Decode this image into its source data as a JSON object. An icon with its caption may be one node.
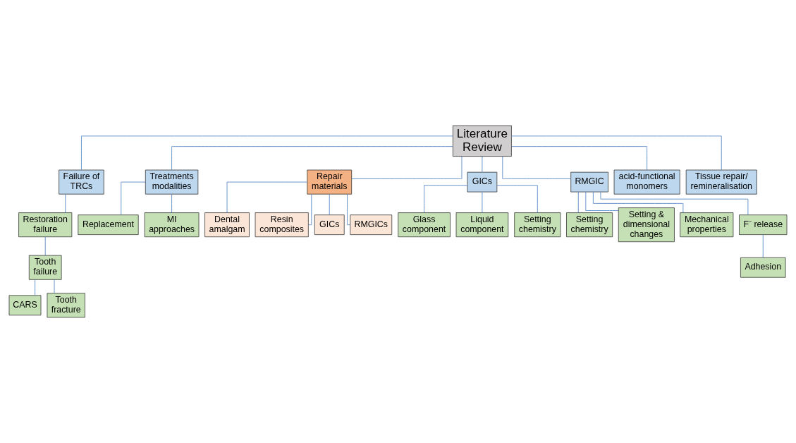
{
  "diagram": {
    "nodes": [
      {
        "text": [
          "Literature Review"
        ]
      },
      {
        "text": [
          "Failure of TRCs"
        ]
      },
      {
        "text": [
          "Restoration failure"
        ]
      },
      {
        "text": [
          "Tooth failure"
        ]
      },
      {
        "text": [
          "CARS"
        ]
      },
      {
        "text": [
          "Tooth fracture"
        ]
      },
      {
        "text": [
          "Treatments modalities"
        ]
      },
      {
        "text": [
          "Replacement"
        ]
      },
      {
        "text": [
          "MI approaches"
        ]
      },
      {
        "text": [
          "Repair materials"
        ]
      },
      {
        "text": [
          "Dental amalgam"
        ]
      },
      {
        "text": [
          "Resin composites"
        ]
      },
      {
        "text": [
          "GICs"
        ]
      },
      {
        "text": [
          "RMGICs"
        ]
      },
      {
        "text": [
          "GICs"
        ]
      },
      {
        "text": [
          "Glass component"
        ]
      },
      {
        "text": [
          "Liquid component"
        ]
      },
      {
        "text": [
          "Setting chemistry"
        ]
      },
      {
        "text": [
          "RMGIC"
        ]
      },
      {
        "text": [
          "Setting chemistry"
        ]
      },
      {
        "text": [
          "Setting & dimensional changes"
        ]
      },
      {
        "text": [
          "Mechanical properties"
        ]
      },
      {
        "text": [
          "F⁻ release"
        ]
      },
      {
        "text": [
          "Adhesion"
        ]
      },
      {
        "text": [
          "acid-functional monomers"
        ]
      },
      {
        "text": [
          "Tissue repair/ remineralisation"
        ]
      }
    ],
    "edges": [
      {
        "from": 0,
        "to": 1,
        "arrow": "none"
      },
      {
        "from": 0,
        "to": 6,
        "arrow": "none"
      },
      {
        "from": 0,
        "to": 9,
        "arrow": "none"
      },
      {
        "from": 0,
        "to": 14,
        "arrow": "none"
      },
      {
        "from": 0,
        "to": 18,
        "arrow": "none"
      },
      {
        "from": 0,
        "to": 24,
        "arrow": "none"
      },
      {
        "from": 0,
        "to": 25,
        "arrow": "none"
      },
      {
        "from": 1,
        "to": 2,
        "arrow": "none"
      },
      {
        "from": 2,
        "to": 3,
        "arrow": "none"
      },
      {
        "from": 3,
        "to": 4,
        "arrow": "none"
      },
      {
        "from": 3,
        "to": 5,
        "arrow": "none"
      },
      {
        "from": 6,
        "to": 7,
        "arrow": "none"
      },
      {
        "from": 6,
        "to": 8,
        "arrow": "none"
      },
      {
        "from": 9,
        "to": 10,
        "arrow": "none"
      },
      {
        "from": 9,
        "to": 11,
        "arrow": "none"
      },
      {
        "from": 9,
        "to": 12,
        "arrow": "none"
      },
      {
        "from": 9,
        "to": 13,
        "arrow": "none"
      },
      {
        "from": 14,
        "to": 15,
        "arrow": "none"
      },
      {
        "from": 14,
        "to": 16,
        "arrow": "none"
      },
      {
        "from": 14,
        "to": 17,
        "arrow": "none"
      },
      {
        "from": 18,
        "to": 19,
        "arrow": "none"
      },
      {
        "from": 18,
        "to": 20,
        "arrow": "none"
      },
      {
        "from": 18,
        "to": 21,
        "arrow": "none"
      },
      {
        "from": 18,
        "to": 22,
        "arrow": "none"
      },
      {
        "from": 22,
        "to": 23,
        "arrow": "none"
      }
    ]
  }
}
